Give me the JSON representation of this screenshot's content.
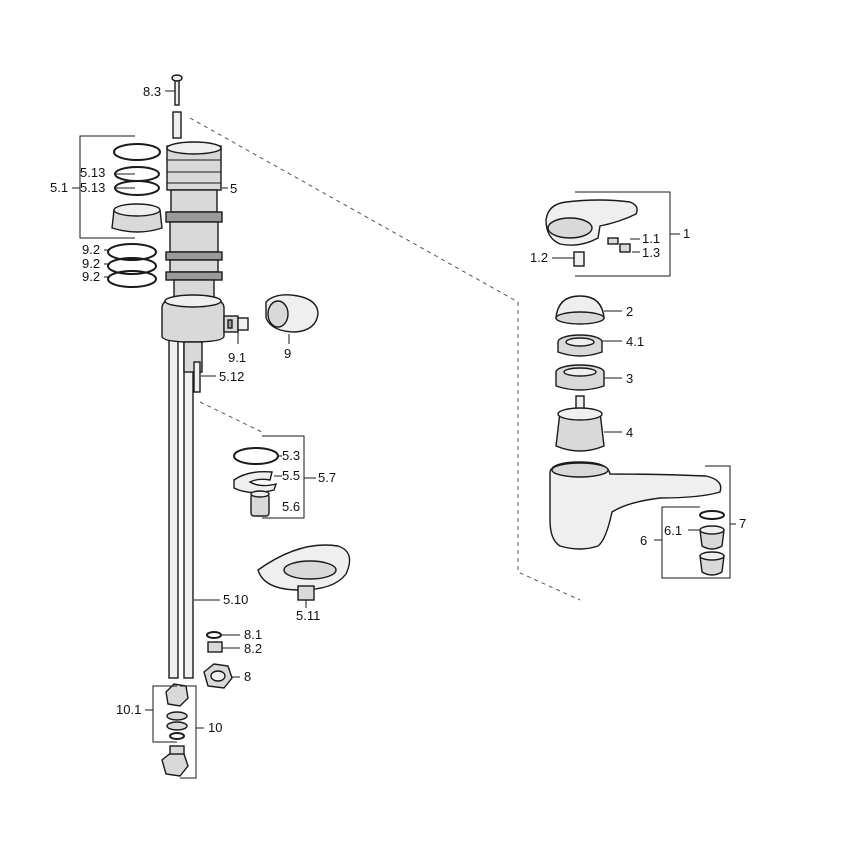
{
  "callouts": {
    "c_1": "1",
    "c_1_1": "1.1",
    "c_1_2": "1.2",
    "c_1_3": "1.3",
    "c_2": "2",
    "c_3": "3",
    "c_4": "4",
    "c_4_1": "4.1",
    "c_5": "5",
    "c_5_1": "5.1",
    "c_5_3": "5.3",
    "c_5_5": "5.5",
    "c_5_6": "5.6",
    "c_5_7": "5.7",
    "c_5_10": "5.10",
    "c_5_11": "5.11",
    "c_5_12": "5.12",
    "c_5_13_a": "5.13",
    "c_5_13_b": "5.13",
    "c_6": "6",
    "c_6_1": "6.1",
    "c_7": "7",
    "c_8": "8",
    "c_8_1": "8.1",
    "c_8_2": "8.2",
    "c_8_3": "8.3",
    "c_9": "9",
    "c_9_1": "9.1",
    "c_9_2_a": "9.2",
    "c_9_2_b": "9.2",
    "c_9_2_c": "9.2",
    "c_10": "10",
    "c_10_1": "10.1"
  }
}
